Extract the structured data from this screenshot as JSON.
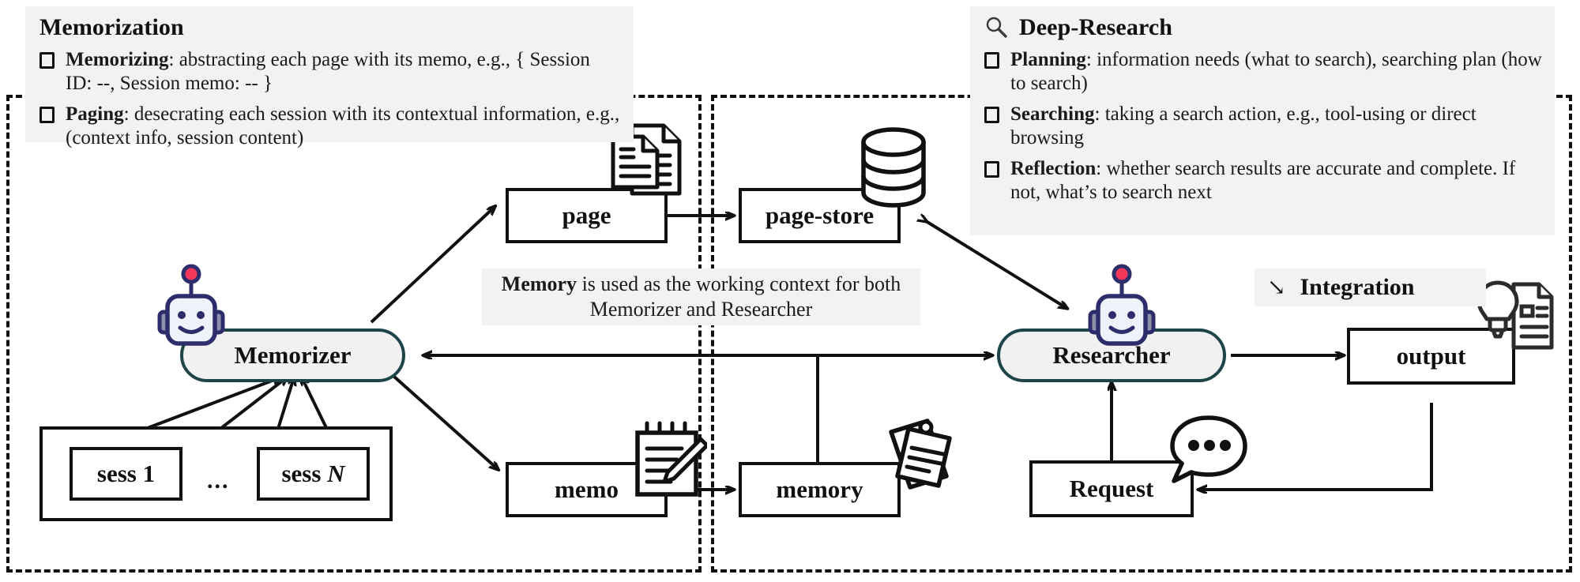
{
  "panels": {
    "memorization": {
      "title": "Memorization",
      "bullets": [
        {
          "lead": "Memorizing",
          "rest": ": abstracting each page with its memo, e.g., { Session ID: --, Session memo: -- }"
        },
        {
          "lead": "Paging",
          "rest": ": desecrating each session with its contextual information, e.g., (context info, session content)"
        }
      ]
    },
    "deep_research": {
      "title": "Deep-Research",
      "icon": "magnifier-icon",
      "bullets": [
        {
          "lead": "Planning",
          "rest": ": information needs (what to search), searching plan (how to search)"
        },
        {
          "lead": "Searching",
          "rest": ": taking a search action, e.g., tool-using or direct browsing"
        },
        {
          "lead": "Reflection",
          "rest": ": whether search results are accurate and complete. If not, what’s to search next"
        }
      ]
    }
  },
  "captions": {
    "memory": {
      "lead": "Memory",
      "rest": " is used as the working context for both Memorizer and Researcher"
    },
    "integration": {
      "arrow": "↘",
      "label": "Integration"
    }
  },
  "nodes": {
    "page": "page",
    "page_store": "page-store",
    "memo": "memo",
    "memory": "memory",
    "memorizer": "Memorizer",
    "researcher": "Researcher",
    "request": "Request",
    "output": "output",
    "sess_first": "sess 1",
    "sess_last_prefix": "sess ",
    "sess_last_italic": "N",
    "sess_ellipsis": "..."
  },
  "colors": {
    "stroke": "#111111",
    "panel_bg": "#f2f2f2",
    "pill_border": "#1d4449",
    "pill_fill": "#f1f1f1",
    "robot_outline": "#2e2d6b",
    "robot_face": "#eef2fb",
    "robot_antenna": "#f6375a",
    "page_bg": "#ffffff"
  },
  "icons": {
    "documents": "documents-icon",
    "database": "database-icon",
    "notepad_pencil": "notepad-pencil-icon",
    "sticky_notes": "sticky-notes-icon",
    "speech_bubble": "speech-bubble-icon",
    "bulb_document": "bulb-document-icon",
    "robot_memorizer": "robot-icon",
    "robot_researcher": "robot-icon"
  }
}
